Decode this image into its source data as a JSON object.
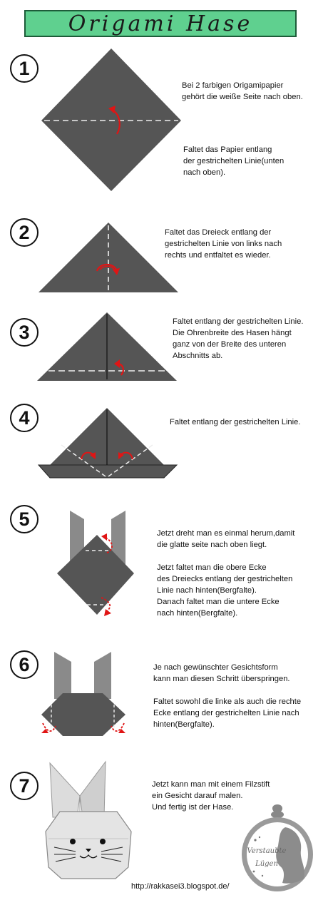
{
  "title": "Origami Hase",
  "steps": [
    {
      "number": "1",
      "text_a": "Bei 2 farbigen Origamipapier\ngehört die weiße Seite nach oben.",
      "text_b": "Faltet das Papier entlang\nder gestrichelten Linie(unten\nnach oben)."
    },
    {
      "number": "2",
      "text": "Faltet das Dreieck entlang der\ngestrichelten Linie von links nach\nrechts und entfaltet es wieder."
    },
    {
      "number": "3",
      "text": "Faltet entlang der gestrichelten Linie.\nDie Ohrenbreite des Hasen hängt\nganz von der Breite des unteren\nAbschnitts ab."
    },
    {
      "number": "4",
      "text": "Faltet entlang der gestrichelten Linie."
    },
    {
      "number": "5",
      "text_a": "Jetzt dreht man es einmal herum,damit\ndie glatte seite nach oben liegt.",
      "text_b": "Jetzt faltet man die obere Ecke\ndes Dreiecks entlang der gestrichelten\nLinie nach hinten(Bergfalte).\nDanach faltet man die untere Ecke\nnach hinten(Bergfalte)."
    },
    {
      "number": "6",
      "text_a": "Je nach gewünschter Gesichtsform\nkann man diesen Schritt überspringen.",
      "text_b": "Faltet sowohl die linke als auch die rechte\nEcke entlang der gestrichelten Linie nach\nhinten(Bergfalte)."
    },
    {
      "number": "7",
      "text": "Jetzt kann man mit einem Filzstift\nein Gesicht darauf malen.\nUnd fertig ist der Hase."
    }
  ],
  "footer_url": "http://rakkasei3.blogspot.de/",
  "watermark": {
    "line1": "Verstaubte",
    "line2": "Lügen"
  },
  "colors": {
    "paper": "#555555",
    "ears": "#8a8a8a",
    "arrow": "#e01515",
    "banner": "#5fd08f"
  }
}
